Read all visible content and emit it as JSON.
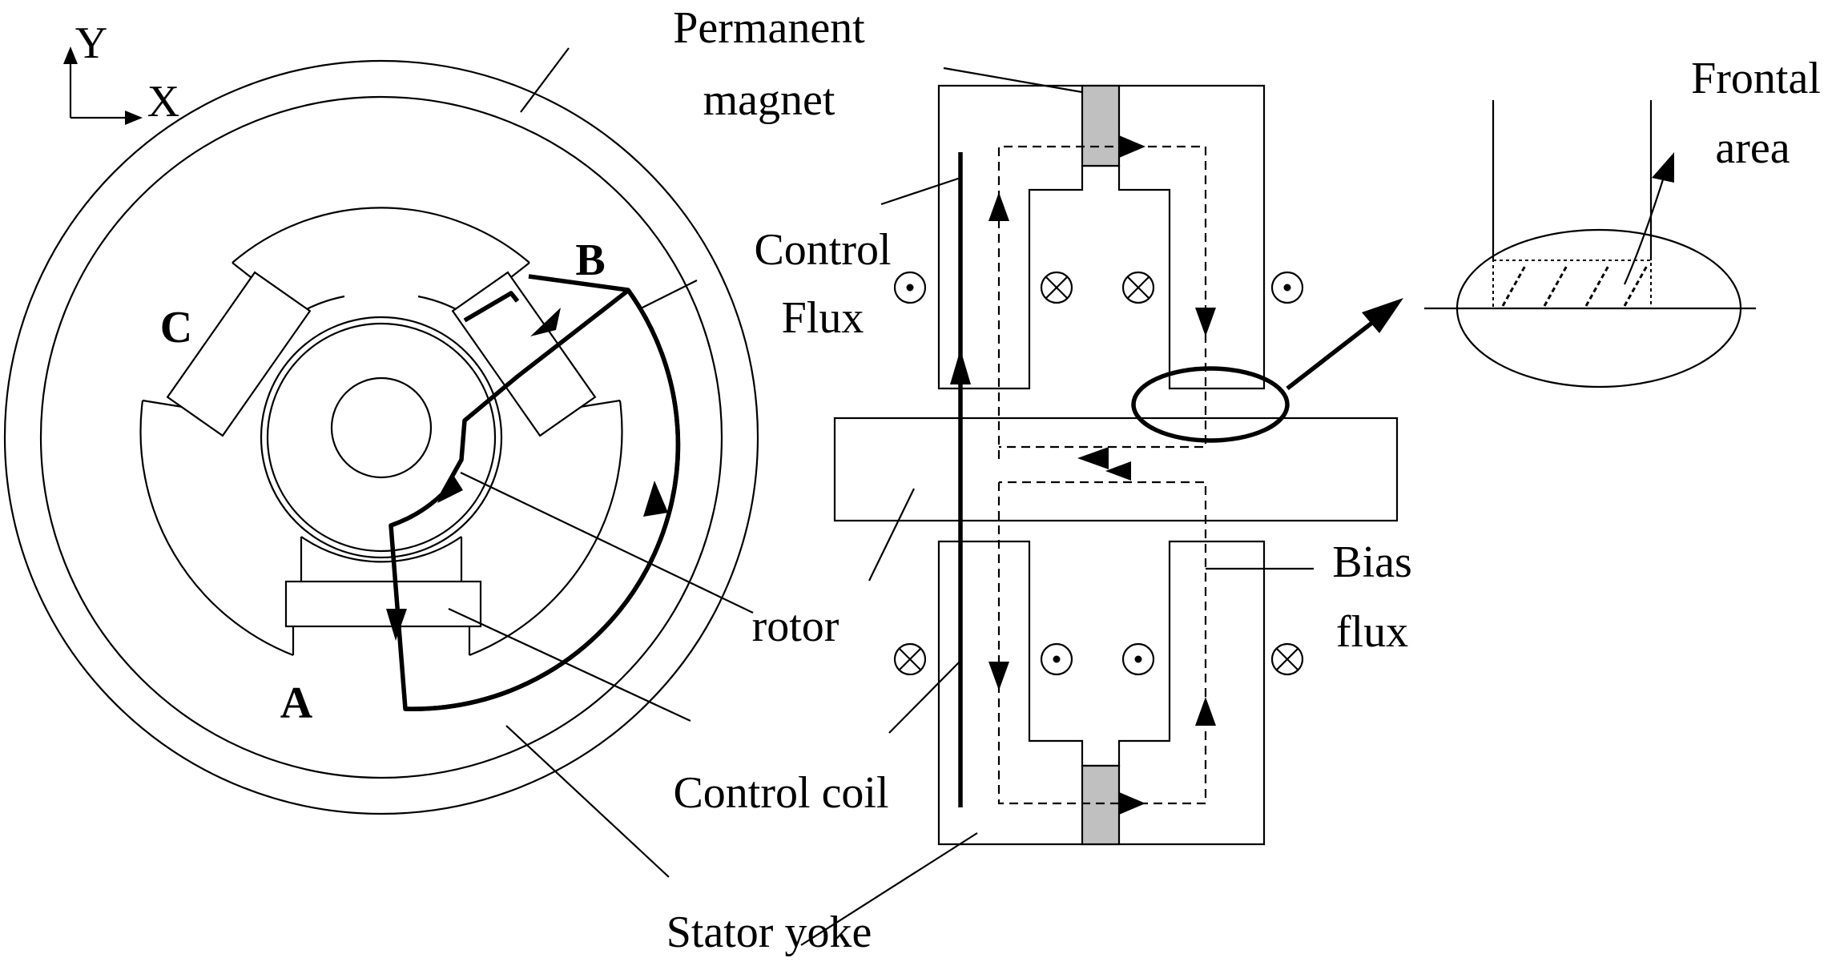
{
  "axes": {
    "y": "Y",
    "x": "X"
  },
  "phases": {
    "a": "A",
    "b": "B",
    "c": "C"
  },
  "labels": {
    "permanent_magnet_1": "Permanent",
    "permanent_magnet_2": "magnet",
    "control_flux_1": "Control",
    "control_flux_2": "Flux",
    "rotor": "rotor",
    "bias_flux_1": "Bias",
    "bias_flux_2": "flux",
    "control_coil": "Control coil",
    "stator_yoke": "Stator yoke",
    "frontal_area_1": "Frontal",
    "frontal_area_2": "area"
  },
  "colors": {
    "line": "#000000",
    "magnet_fill": "#c0c0c0",
    "background": "#ffffff"
  },
  "icons": [
    "current-out-of-page-icon",
    "current-into-page-icon"
  ]
}
